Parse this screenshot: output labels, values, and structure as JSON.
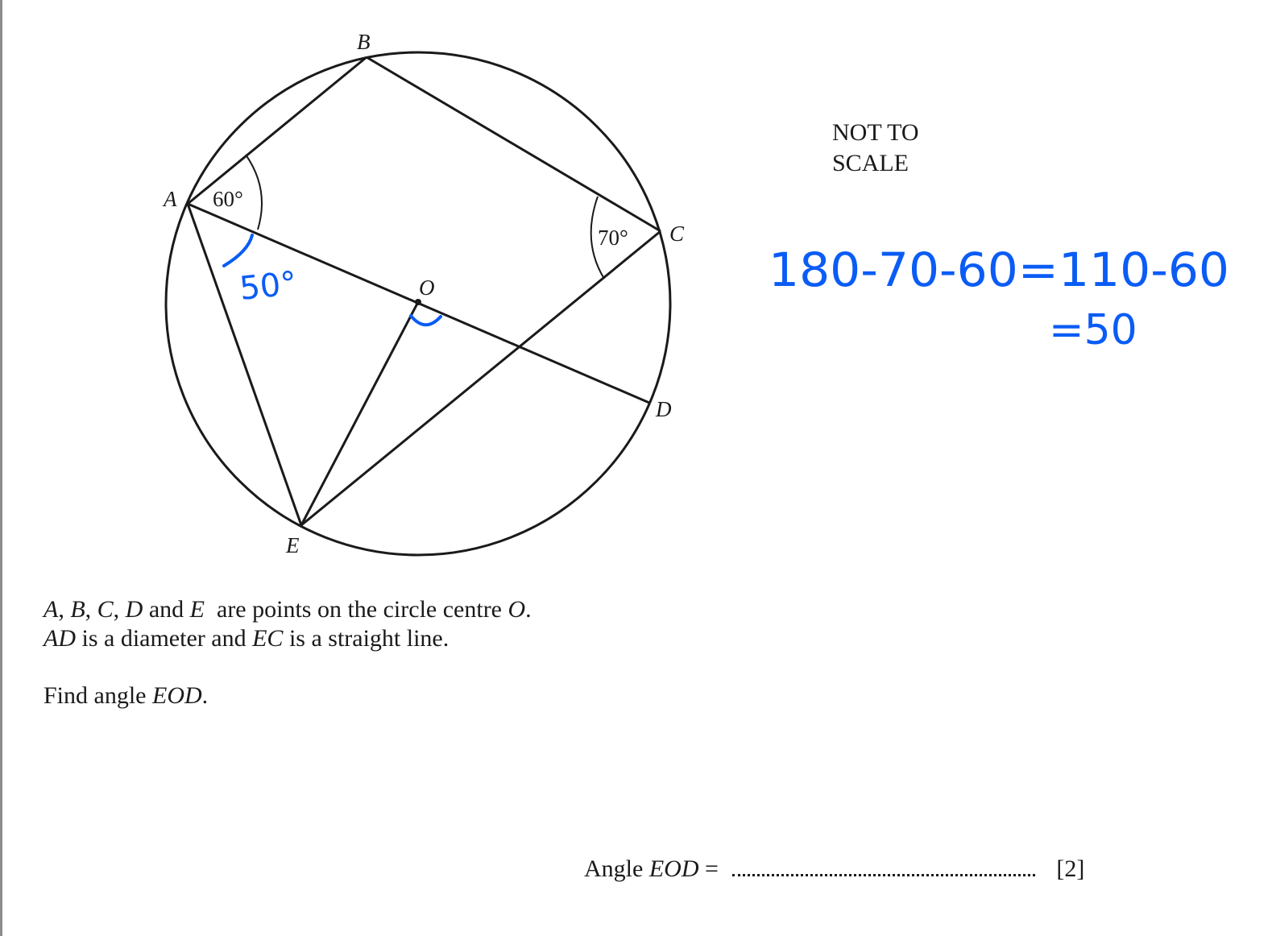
{
  "diagram": {
    "points": {
      "A": "A",
      "B": "B",
      "C": "C",
      "D": "D",
      "E": "E",
      "O": "O"
    },
    "angle_a": "60°",
    "angle_c": "70°",
    "note_line1": "NOT TO",
    "note_line2": "SCALE"
  },
  "handwriting": {
    "angle_mark": "50°",
    "working_line1": "180-70-60=110-60",
    "working_line2": "=50",
    "ink_color": "#0a5cf5"
  },
  "question": {
    "given_line1": {
      "p1": "A",
      "s1": ", ",
      "p2": "B",
      "s2": ", ",
      "p3": "C",
      "s3": ", ",
      "p4": "D",
      "s4": " and ",
      "p5": "E",
      "s5": "  are points on the circle centre ",
      "p6": "O",
      "s6": "."
    },
    "given_line2": {
      "p1": "AD",
      "s1": " is a diameter and ",
      "p2": "EC",
      "s2": " is a straight line."
    },
    "task": {
      "prefix": "Find angle ",
      "name": "EOD",
      "suffix": "."
    },
    "answer": {
      "prefix": "Angle ",
      "name": "EOD",
      "eq": " = ",
      "marks": "[2]"
    }
  }
}
